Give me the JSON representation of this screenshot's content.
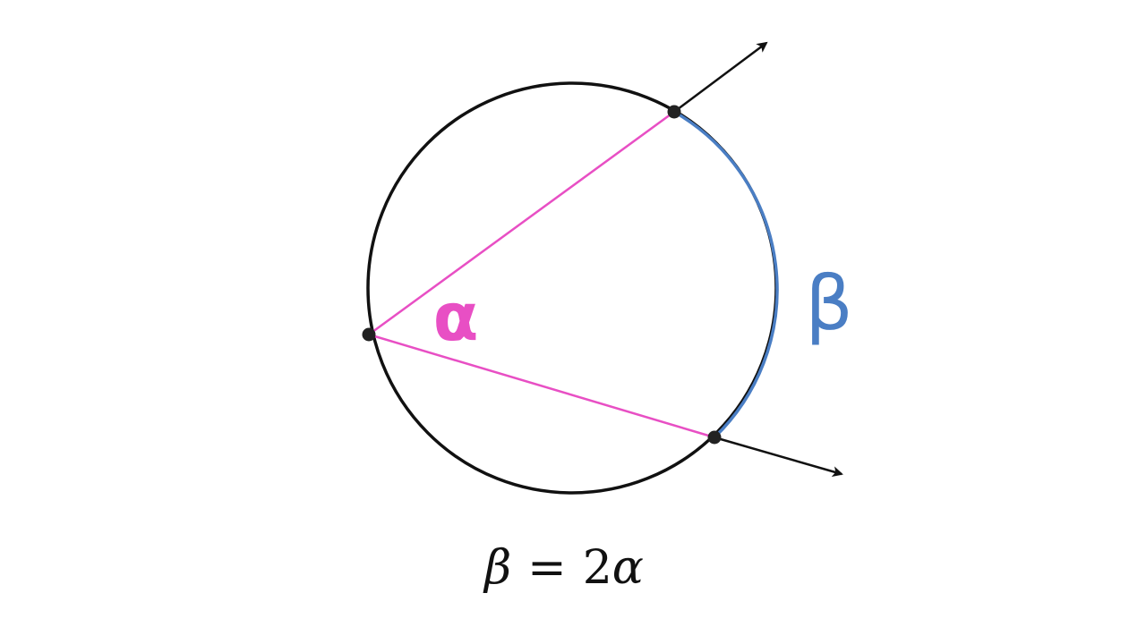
{
  "diagram": {
    "angle_label": "α",
    "arc_label": "β",
    "formula": {
      "lhs": "β",
      "equals": "=",
      "coefficient": "2",
      "rhs_symbol": "α"
    },
    "colors": {
      "circle": "#111111",
      "chords": "#e84fc4",
      "arc": "#4a7ec4",
      "points": "#222222",
      "rays": "#111111",
      "text": "#111111"
    }
  }
}
